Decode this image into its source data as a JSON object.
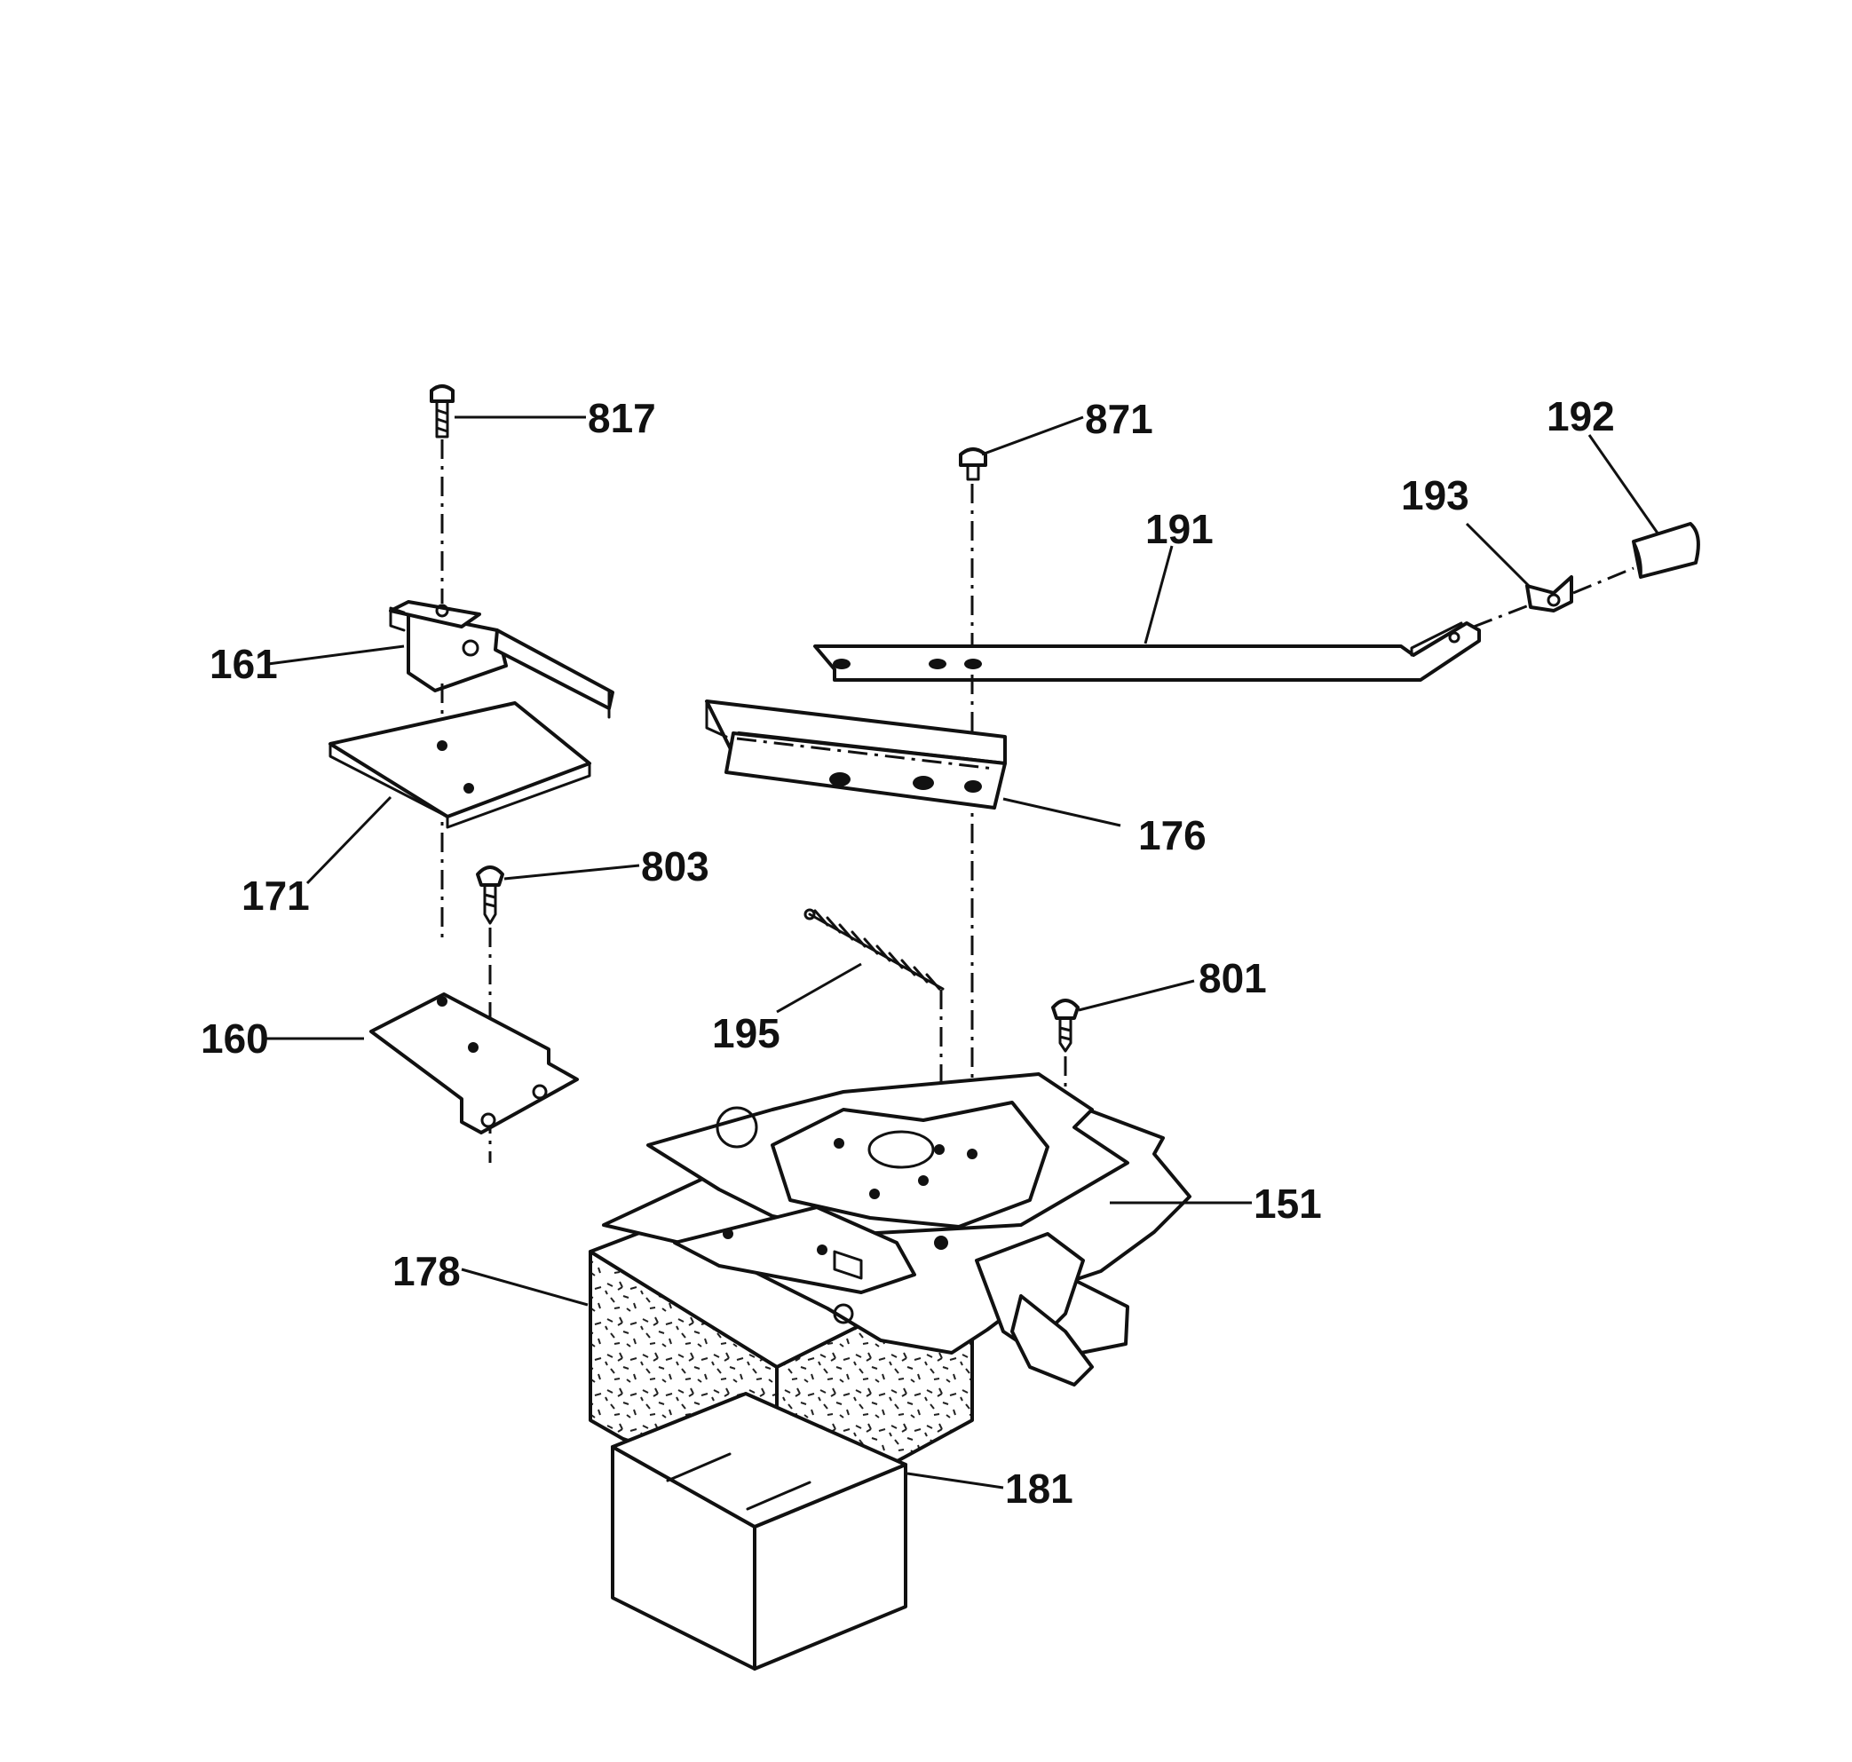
{
  "diagram": {
    "labels": {
      "p817": "817",
      "p871": "871",
      "p192": "192",
      "p193": "193",
      "p191": "191",
      "p161": "161",
      "p176": "176",
      "p171": "171",
      "p803": "803",
      "p801": "801",
      "p195": "195",
      "p160": "160",
      "p151": "151",
      "p178": "178",
      "p181": "181"
    }
  }
}
